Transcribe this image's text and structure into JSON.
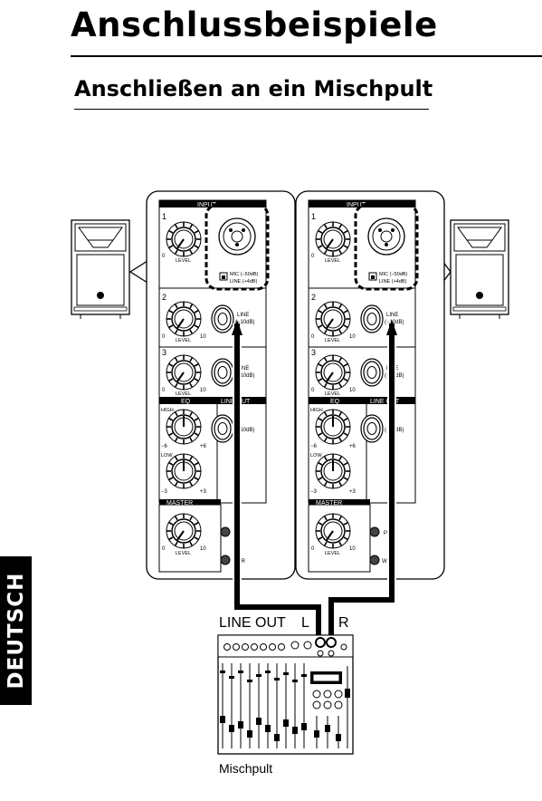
{
  "page": {
    "title": "Anschlussbeispiele",
    "subtitle": "Anschließen an ein Mischpult",
    "side_tab": "DEUTSCH"
  },
  "diagram": {
    "line_out_label": "LINE OUT",
    "left_label": "L",
    "right_label": "R",
    "mixer_label": "Mischpult",
    "panel": {
      "input_header": "INPUT",
      "ch1": "1",
      "ch2": "2",
      "ch3": "3",
      "level": "LEVEL",
      "zero": "0",
      "ten": "10",
      "mic_label": "MIC (−50dB)",
      "line_label": "LINE (+4dB)",
      "line_in": "LINE",
      "line_level": "(−10dB)",
      "eq_header": "EQ",
      "lineout_header": "LINE OUT",
      "high": "HIGH",
      "low": "LOW",
      "minus6": "−6",
      "plus6": "+6",
      "minus3": "−3",
      "plus3": "+3",
      "master_header": "MASTER",
      "clip_frag": "P",
      "power_frag": "WER"
    }
  }
}
